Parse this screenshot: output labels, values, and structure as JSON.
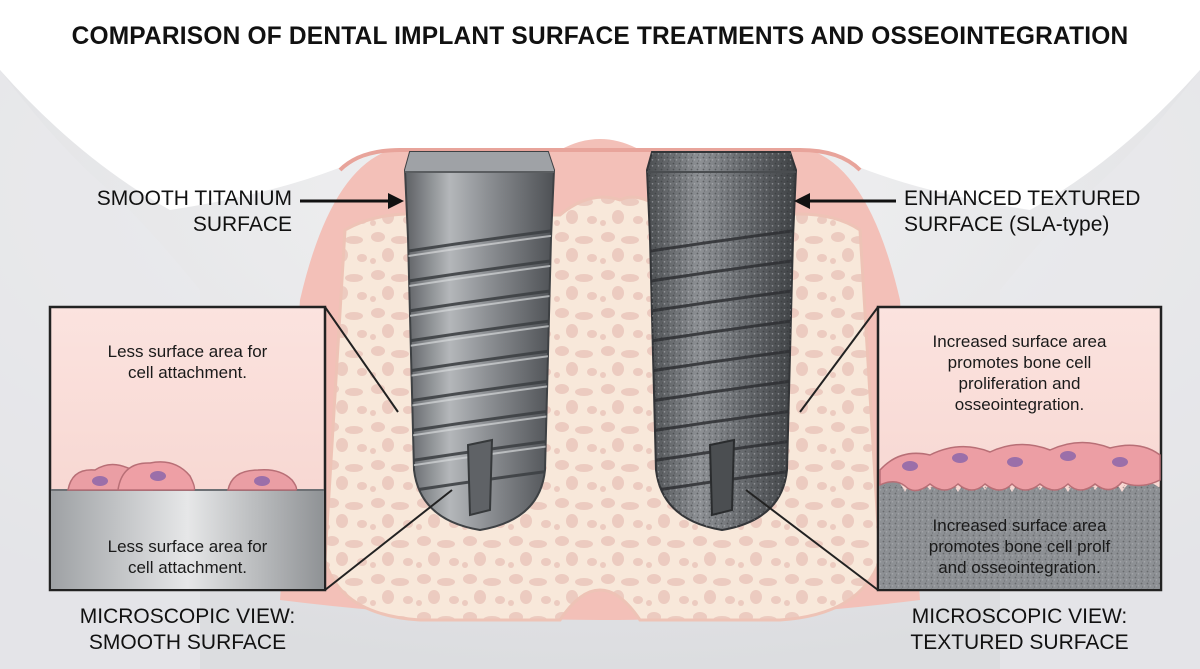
{
  "title": "COMPARISON OF DENTAL IMPLANT SURFACE TREATMENTS AND OSSEOINTEGRATION",
  "left_implant": {
    "callout_line1": "SMOOTH TITANIUM",
    "callout_line2": "SURFACE",
    "box_top_text_line1": "Less surface area for",
    "box_top_text_line2": "cell attachment.",
    "box_bottom_text_line1": "Less surface area for",
    "box_bottom_text_line2": "cell attachment.",
    "view_label_line1": "MICROSCOPIC VIEW:",
    "view_label_line2": "SMOOTH SURFACE"
  },
  "right_implant": {
    "callout_line1": "ENHANCED TEXTURED",
    "callout_line2": "SURFACE (SLA-type)",
    "box_top_text_line1": "Increased surface area",
    "box_top_text_line2": "promotes bone cell",
    "box_top_text_line3": "proliferation and",
    "box_top_text_line4": "osseointegration.",
    "box_bottom_text_line1": "Increased surface area",
    "box_bottom_text_line2": "promotes bone cell prolf",
    "box_bottom_text_line3": "and osseointegration.",
    "view_label_line1": "MICROSCOPIC VIEW:",
    "view_label_line2": "TEXTURED SURFACE"
  },
  "colors": {
    "gum": "#f2b8b0",
    "bone": "#f7e6d6",
    "bone_pore": "#e8bfb4",
    "titanium_smooth": "#8c8f93",
    "titanium_textured": "#6f7276",
    "cell": "#e69aa0",
    "cell_nucleus": "#9a6fa8"
  }
}
